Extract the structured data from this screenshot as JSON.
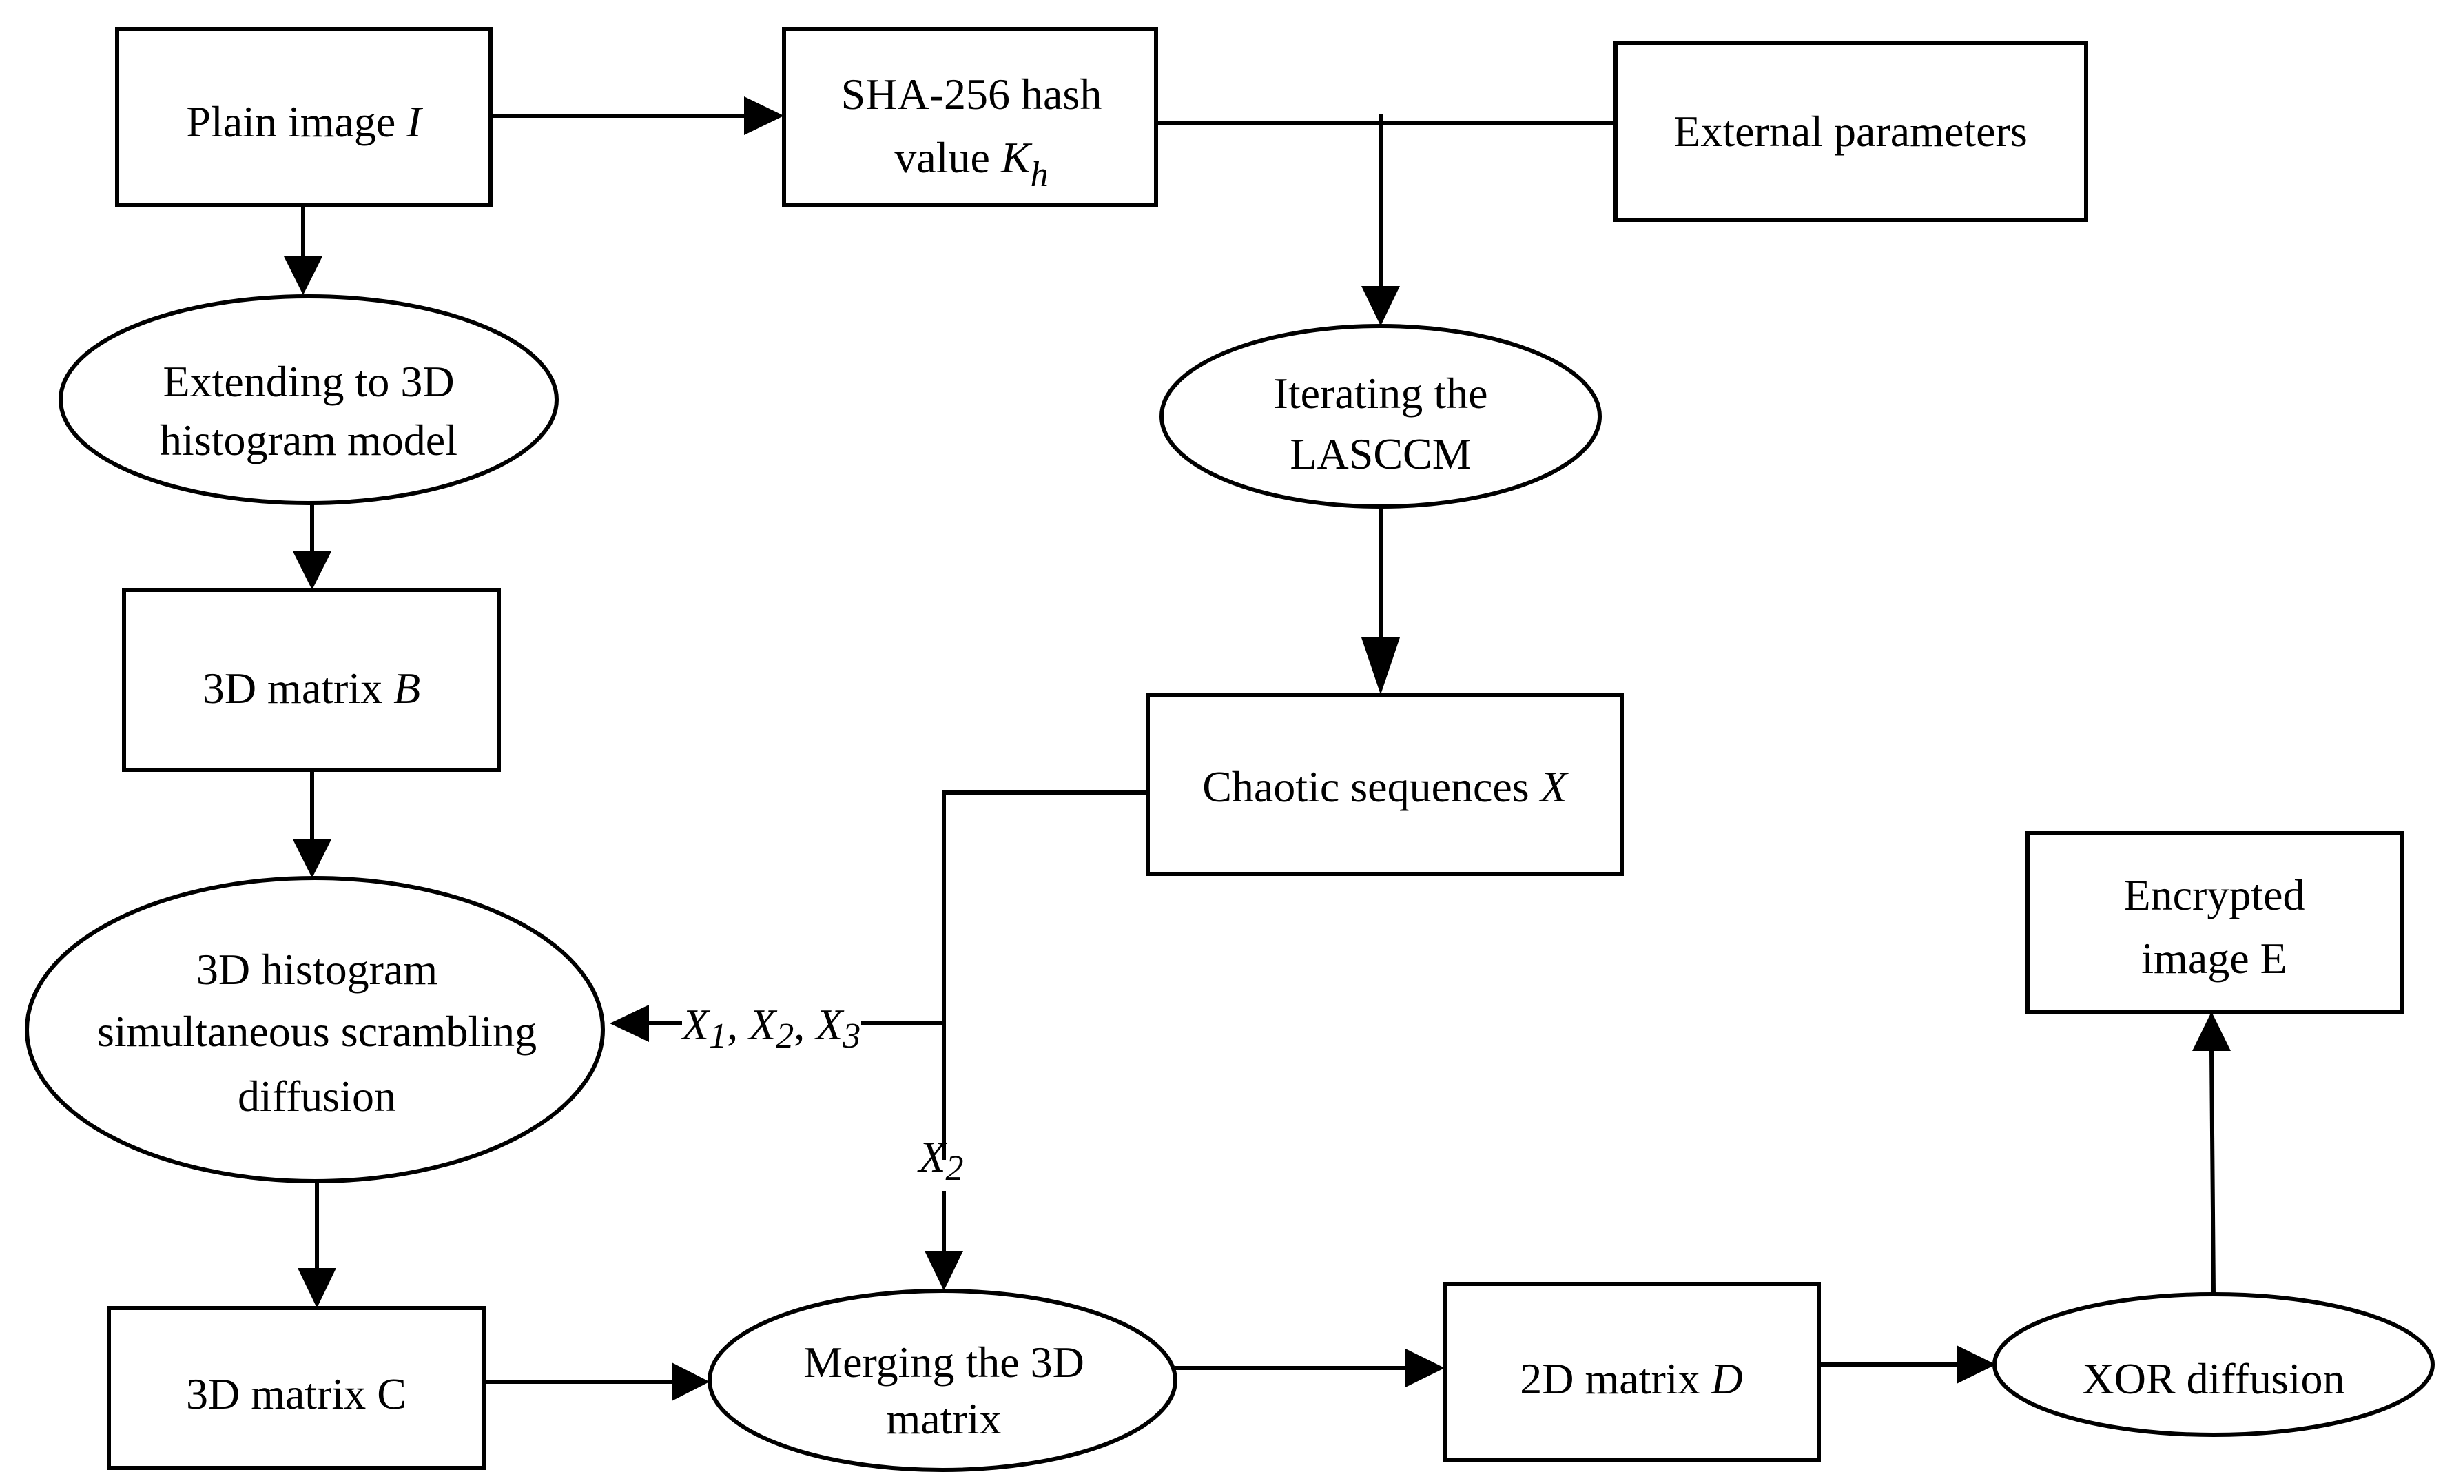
{
  "nodes": {
    "plain_image": {
      "text": "Plain image ",
      "var": "I"
    },
    "sha_hash": {
      "line1": "SHA-256 hash",
      "line2": "value ",
      "var": "K",
      "var_sub": "h"
    },
    "external_params": {
      "text": "External parameters"
    },
    "extending_3d": {
      "line1": "Extending to 3D",
      "line2": "histogram model"
    },
    "iterating": {
      "line1": "Iterating the",
      "line2": "LASCCM"
    },
    "matrix_b": {
      "text": "3D matrix ",
      "var": "B"
    },
    "chaotic_seq": {
      "text": "Chaotic sequences ",
      "var": "X"
    },
    "scrambling": {
      "line1": "3D histogram",
      "line2": "simultaneous scrambling",
      "line3": "diffusion"
    },
    "encrypted": {
      "line1": "Encrypted",
      "line2": "image E"
    },
    "matrix_c": {
      "text": "3D matrix C"
    },
    "merging": {
      "line1": "Merging the  3D",
      "line2": "matrix"
    },
    "matrix_d": {
      "text": "2D matrix ",
      "var": "D"
    },
    "xor": {
      "text": "XOR  diffusion"
    }
  },
  "edge_labels": {
    "x123": {
      "x1": "X",
      "s1": "1",
      "sep1": ", ",
      "x2": "X",
      "s2": "2",
      "sep2": ", ",
      "x3": "X",
      "s3": "3"
    },
    "x2": {
      "x": "X",
      "s": "2"
    }
  }
}
